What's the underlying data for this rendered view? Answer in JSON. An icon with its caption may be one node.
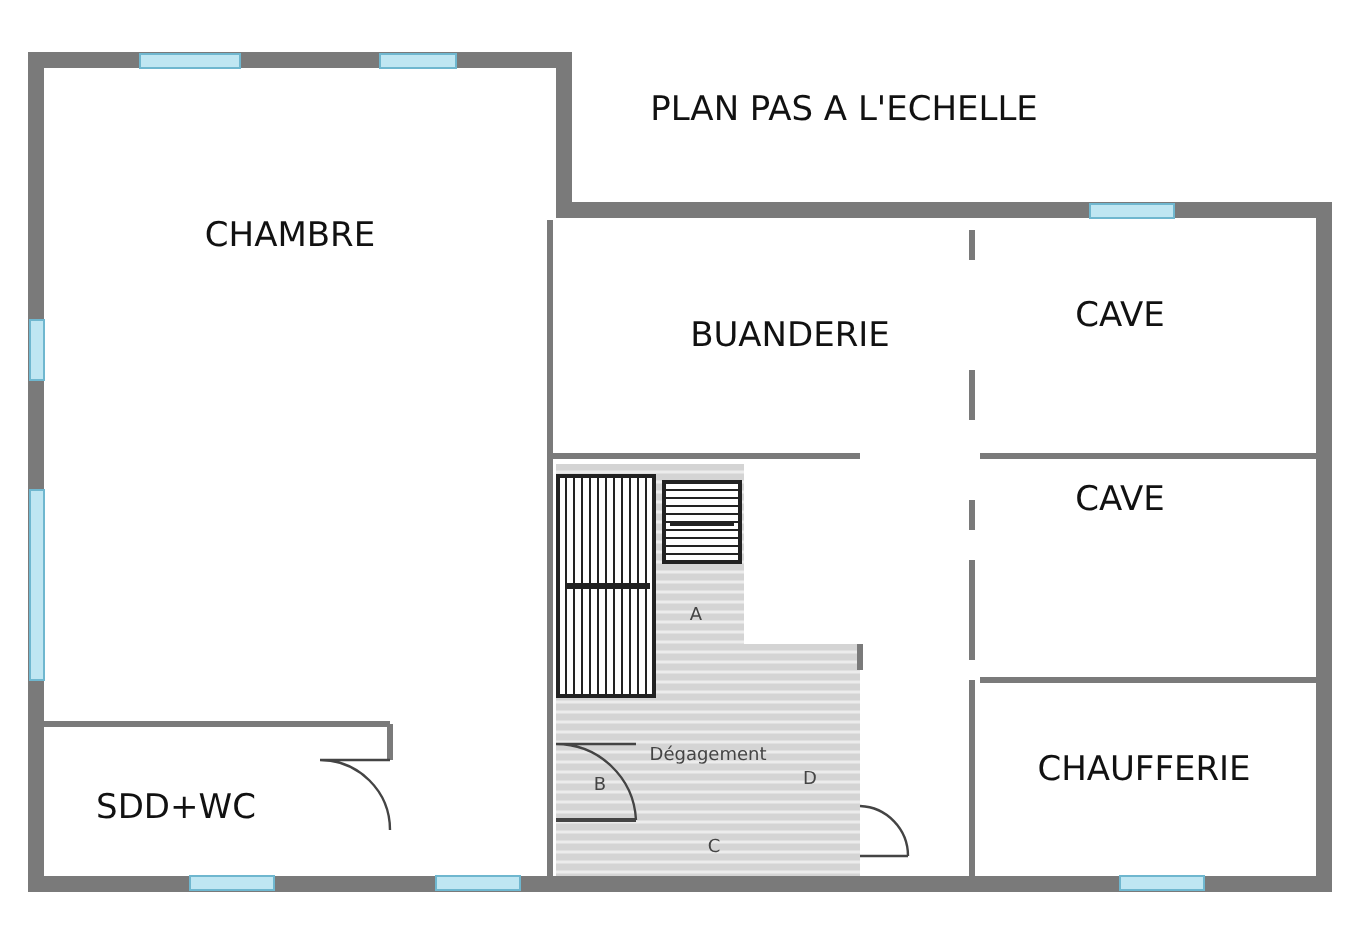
{
  "diagram": {
    "title": "PLAN PAS A L'ECHELLE",
    "nodes": [
      {
        "text": [
          "CHAMBRE"
        ]
      },
      {
        "text": [
          "BUANDERIE"
        ]
      },
      {
        "text": [
          "CAVE"
        ]
      },
      {
        "text": [
          "CAVE"
        ]
      },
      {
        "text": [
          "Dégagement"
        ]
      },
      {
        "text": [
          "SDD+WC"
        ]
      },
      {
        "text": [
          "CHAUFFERIE"
        ]
      }
    ],
    "labels": [
      "A",
      "B",
      "D",
      "C"
    ]
  }
}
